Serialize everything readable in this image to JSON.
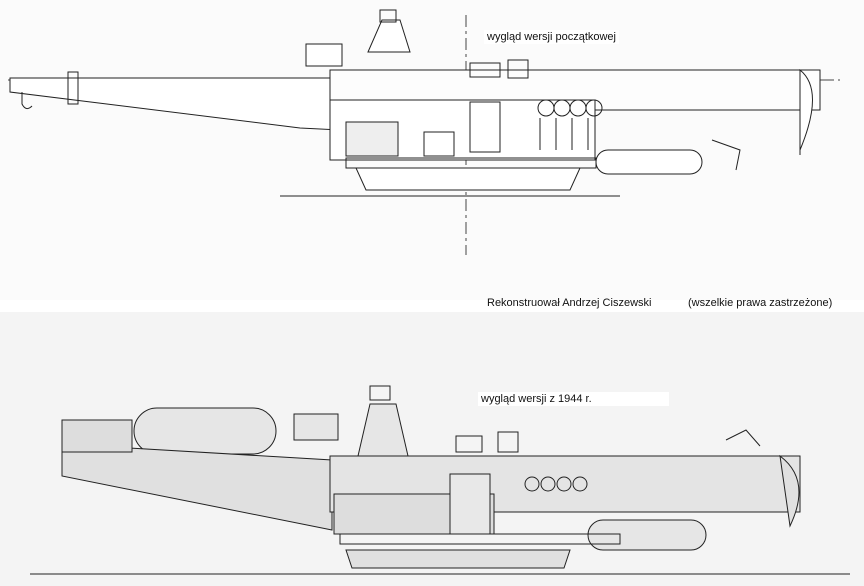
{
  "captions": {
    "top_version": "wygląd wersji początkowej",
    "credit": "Rekonstruował   Andrzej Ciszewski",
    "rights": "(wszelkie prawa zastrzeżone)",
    "bottom_version": "wygląd wersji z 1944 r."
  },
  "colors": {
    "ink": "#222222",
    "paper_top": "#fbfbfb",
    "paper_bottom": "#f4f4f4",
    "shade": "#d9d9d9"
  },
  "drawings": [
    {
      "id": "initial-version",
      "subject": "railway-gun-side-elevation"
    },
    {
      "id": "1944-version",
      "subject": "railway-gun-side-elevation"
    }
  ]
}
